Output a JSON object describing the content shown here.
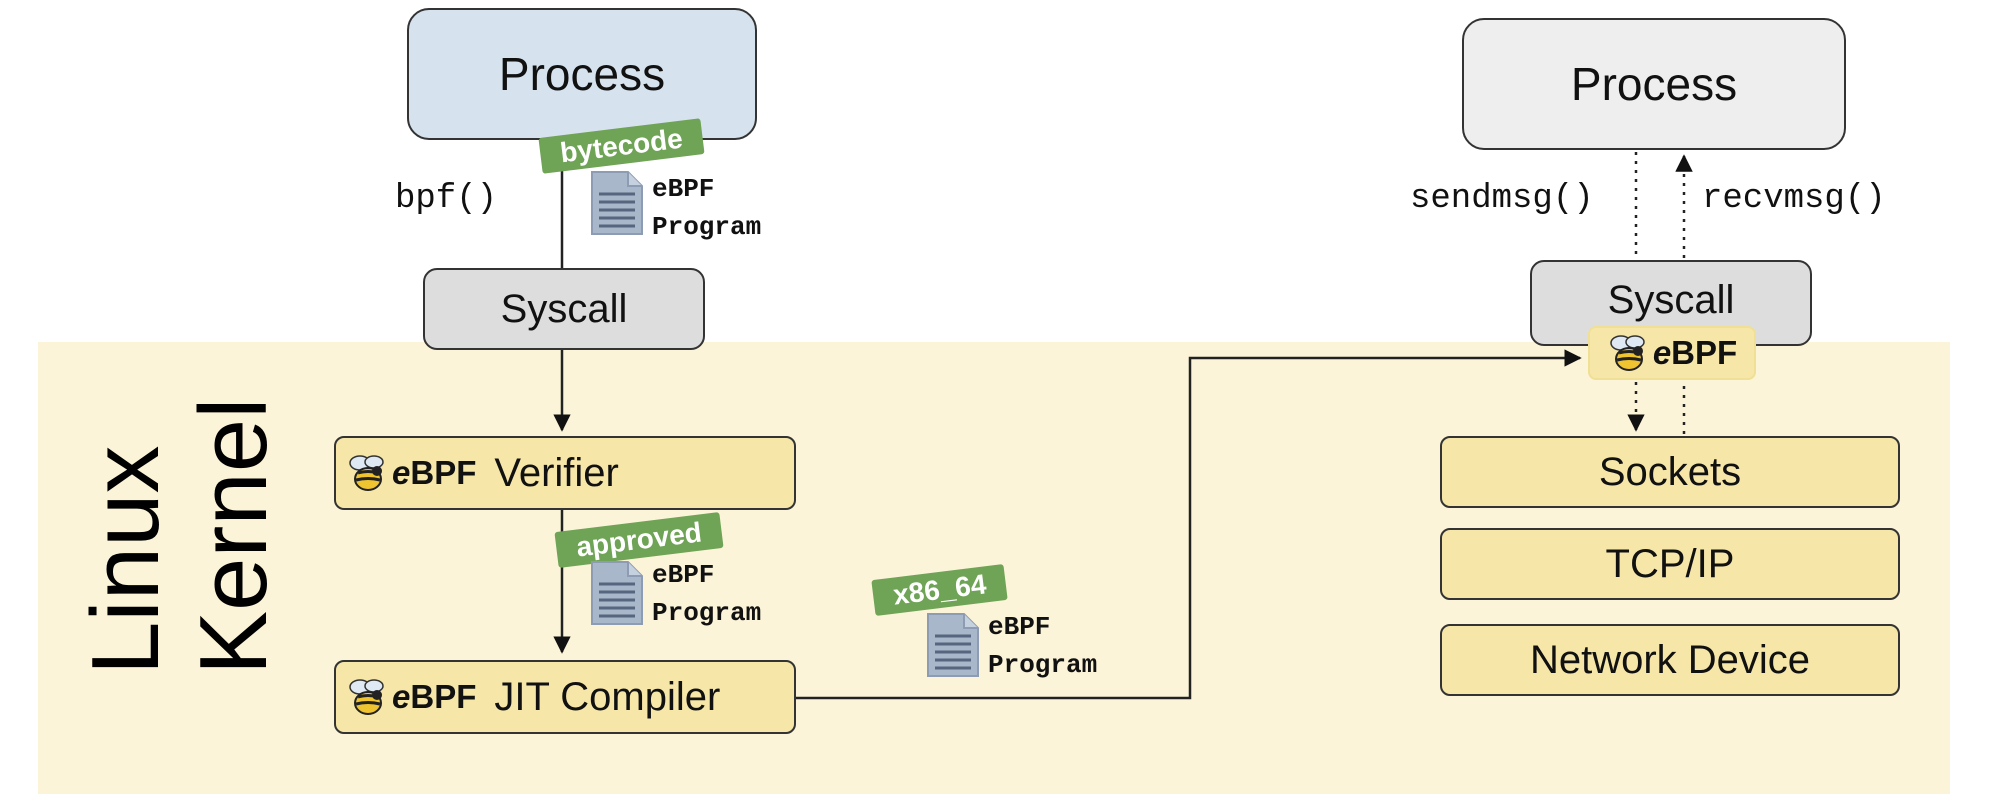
{
  "kernel": {
    "line1": "Linux",
    "line2": "Kernel"
  },
  "left": {
    "process": "Process",
    "call": "bpf()",
    "tag": "bytecode",
    "program": {
      "line1": "eBPF",
      "line2": "Program"
    },
    "syscall": "Syscall",
    "verifier": "Verifier",
    "approved_tag": "approved",
    "approved_program": {
      "line1": "eBPF",
      "line2": "Program"
    },
    "jit": "JIT Compiler"
  },
  "middle": {
    "tag": "x86_64",
    "program": {
      "line1": "eBPF",
      "line2": "Program"
    }
  },
  "right": {
    "process": "Process",
    "send": "sendmsg()",
    "recv": "recvmsg()",
    "syscall": "Syscall",
    "stack": [
      "Sockets",
      "TCP/IP",
      "Network Device"
    ]
  },
  "ebpf_badge": {
    "prefix": "e",
    "suffix": "BPF"
  },
  "colors": {
    "kernel_band": "#fbf4d8",
    "process_blue": "#d6e2ee",
    "box_yellow": "#f6e6a8",
    "tag_green": "#6fa356",
    "syscall_grey": "#dddddd"
  },
  "icons": [
    "bee-icon",
    "document-icon"
  ]
}
